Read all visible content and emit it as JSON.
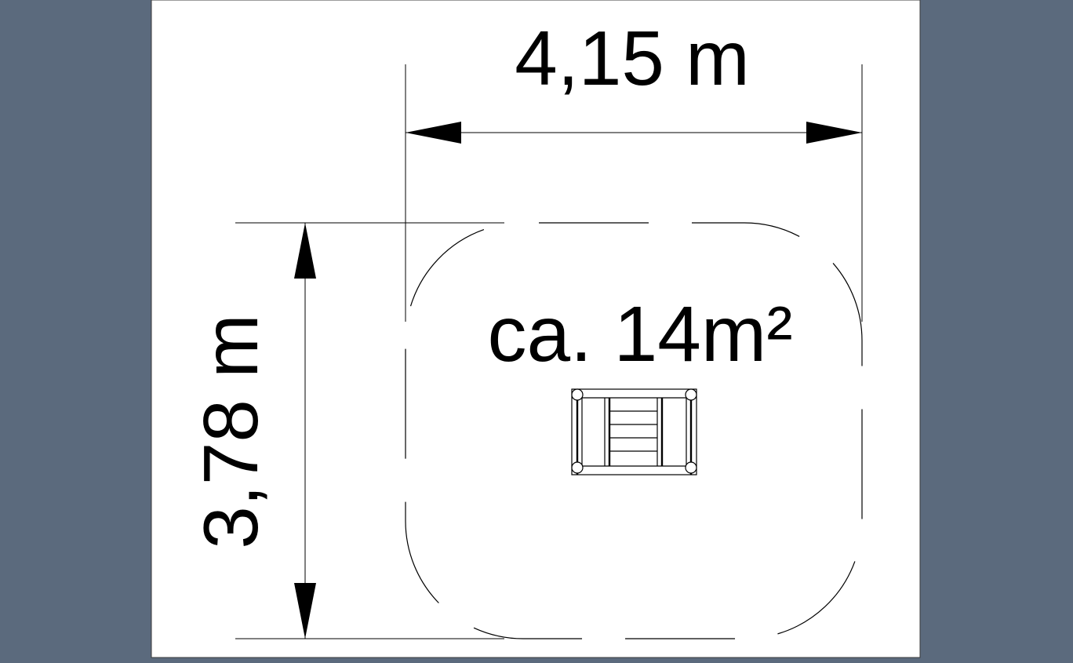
{
  "drawing": {
    "width_label": "4,15 m",
    "height_label": "3,78 m",
    "area_label": "ca. 14m²"
  },
  "colors": {
    "background": "#5b6a7d",
    "paper": "#ffffff",
    "ink": "#000000"
  },
  "icons": {
    "equipment": "equipment-plan-icon"
  }
}
